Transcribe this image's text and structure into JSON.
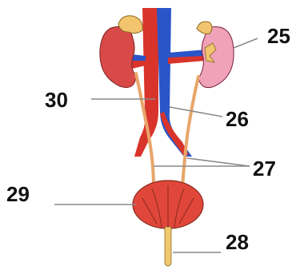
{
  "labels": {
    "l25": "25",
    "l26": "26",
    "l27": "27",
    "l28": "28",
    "l29": "29",
    "l30": "30"
  },
  "colors": {
    "artery": "#d9342b",
    "vein": "#2a55c8",
    "kidney_left": "#d84a48",
    "kidney_right": "#f0a2b8",
    "adrenal": "#f2c46e",
    "ureter": "#e8a66a",
    "bladder": "#e0473a",
    "urethra": "#f0c870",
    "leader_line": "#8a8a8a"
  }
}
